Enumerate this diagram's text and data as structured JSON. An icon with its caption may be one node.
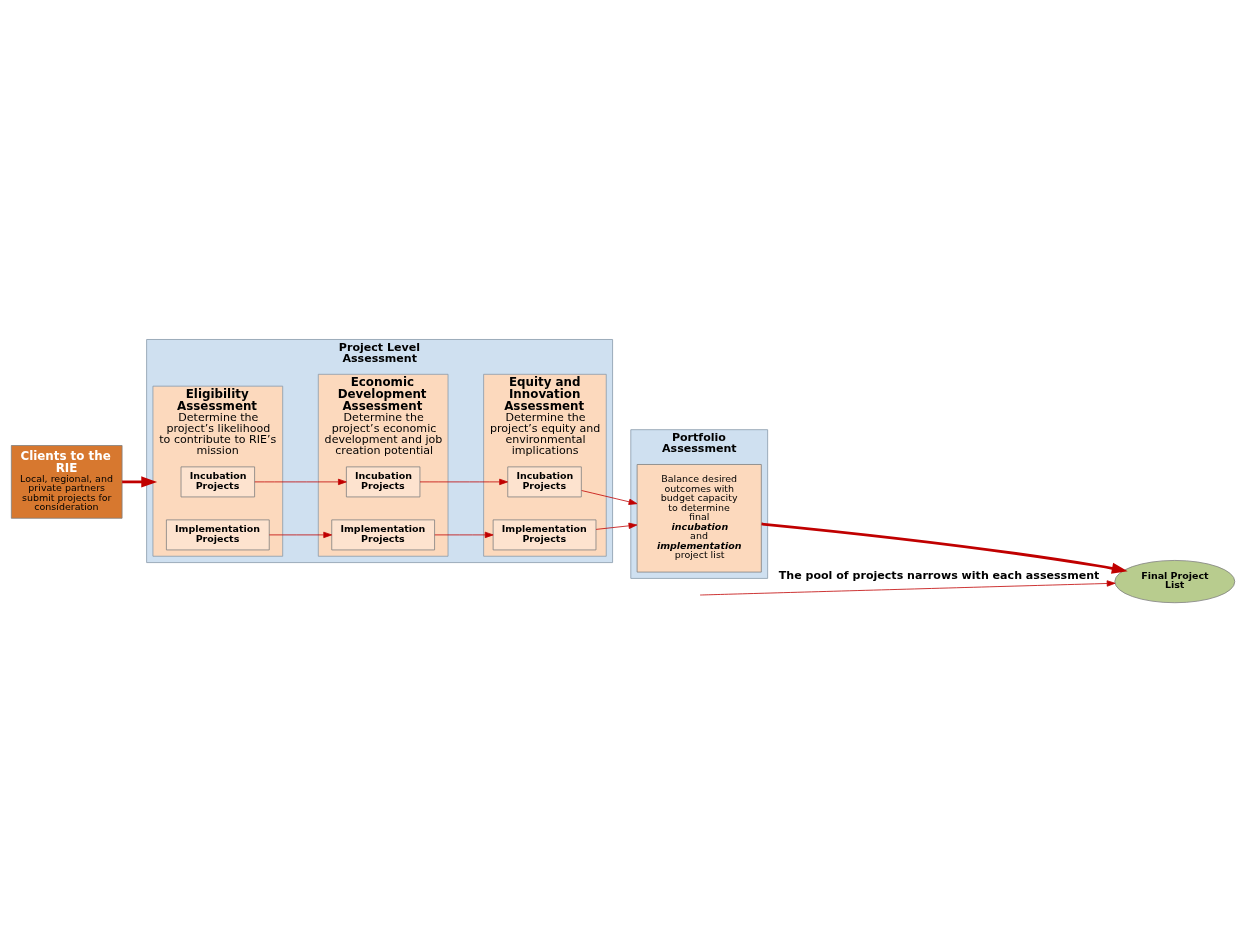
{
  "diagram": {
    "nodes": [
      {
        "text": [
          "Clients to the RIE",
          "Local, regional, and private partners submit projects for consideration"
        ]
      },
      {
        "text": [
          "Project Level Assessment"
        ]
      },
      {
        "text": [
          "Eligibility Assessment",
          "Determine the project’s likelihood to contribute to RIE’s mission"
        ],
        "in": 1
      },
      {
        "text": [
          "Incubation Projects"
        ],
        "in": 2
      },
      {
        "text": [
          "Implementation Projects"
        ],
        "in": 2
      },
      {
        "text": [
          "Economic Development Assessment",
          "Determine the project’s economic development and job creation potential"
        ],
        "in": 1
      },
      {
        "text": [
          "Incubation Projects"
        ],
        "in": 5
      },
      {
        "text": [
          "Implementation Projects"
        ],
        "in": 5
      },
      {
        "text": [
          "Equity and Innovation Assessment",
          "Determine the project’s equity and environmental implications"
        ],
        "in": 1
      },
      {
        "text": [
          "Incubation Projects"
        ],
        "in": 8
      },
      {
        "text": [
          "Implementation Projects"
        ],
        "in": 8
      },
      {
        "text": [
          "Portfolio Assessment"
        ]
      },
      {
        "text": [
          "Balance desired outcomes with budget capacity to determine final **incubation** and **implementation** project list"
        ],
        "in": 11
      },
      {
        "text": [
          "Final Project List"
        ]
      }
    ],
    "edges": [
      {
        "from": 0,
        "to": 2,
        "arrow": "to",
        "style": "thick"
      },
      {
        "from": 3,
        "to": 6,
        "arrow": "to"
      },
      {
        "from": 6,
        "to": 9,
        "arrow": "to"
      },
      {
        "from": 9,
        "to": 12,
        "arrow": "to"
      },
      {
        "from": 4,
        "to": 7,
        "arrow": "to"
      },
      {
        "from": 7,
        "to": 10,
        "arrow": "to"
      },
      {
        "from": 10,
        "to": 12,
        "arrow": "to"
      },
      {
        "from": 12,
        "to": 13,
        "arrow": "to",
        "style": "thick"
      },
      {
        "from": null,
        "to": 13,
        "arrow": "to",
        "label": "The pool of projects narrows with each assessment"
      }
    ]
  }
}
